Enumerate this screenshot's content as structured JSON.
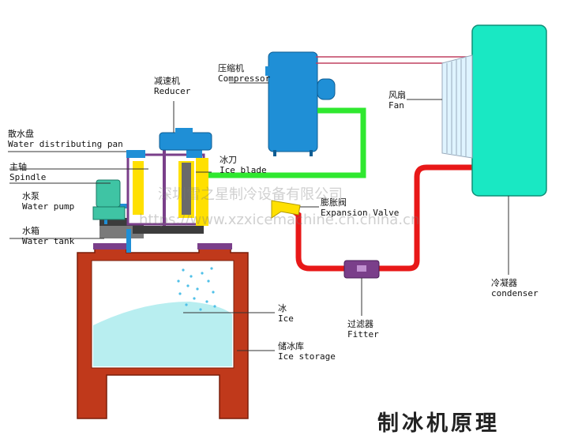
{
  "title": "制冰机原理",
  "watermark": {
    "company": "深圳雪之星制冷设备有限公司",
    "url": "https://www.xzxicemachine.cn.china.cn"
  },
  "labels": {
    "compressor": {
      "cn": "压缩机",
      "en": "Compressor"
    },
    "reducer": {
      "cn": "减速机",
      "en": "Reducer"
    },
    "water_distributing_pan": {
      "cn": "散水盘",
      "en": "Water distributing pan"
    },
    "ice_blade": {
      "cn": "冰刀",
      "en": "Ice blade"
    },
    "spindle": {
      "cn": "主轴",
      "en": "Spindle"
    },
    "water_pump": {
      "cn": "水泵",
      "en": "Water pump"
    },
    "expansion_valve": {
      "cn": "膨胀阀",
      "en": "Expansion Valve"
    },
    "water_tank": {
      "cn": "水箱",
      "en": "Water tank"
    },
    "fan": {
      "cn": "风扇",
      "en": "Fan"
    },
    "ice": {
      "cn": "冰",
      "en": "Ice"
    },
    "ice_storage": {
      "cn": "储冰库",
      "en": "Ice storage"
    },
    "filter": {
      "cn": "过滤器",
      "en": "Fitter"
    },
    "condenser": {
      "cn": "冷凝器",
      "en": "condenser"
    }
  },
  "colors": {
    "ice_storage_frame": "#c0391b",
    "condenser": "#19e8c3",
    "compressor": "#1f8fd6",
    "liquid_line": "#e81818",
    "suction_line": "#2fe82f",
    "filter": "#7a3f8a",
    "ice": "#b8eef0",
    "blade": "#ffe000"
  }
}
